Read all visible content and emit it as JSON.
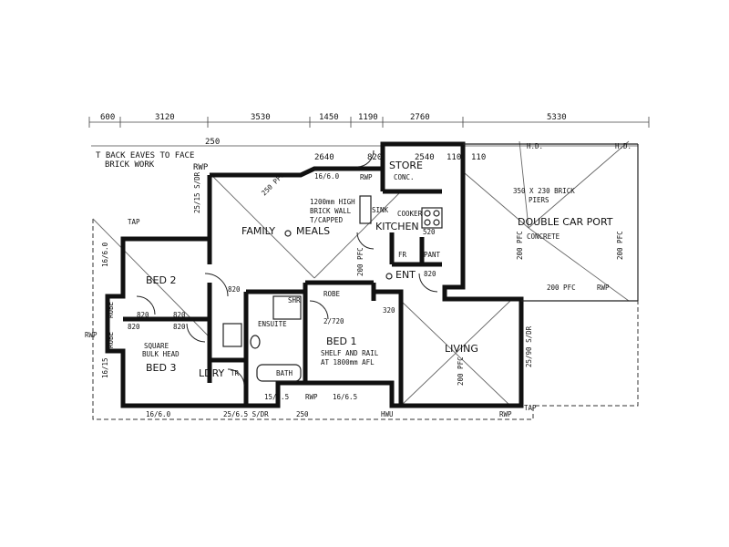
{
  "dimensions_top": {
    "d1": "600",
    "d2": "3120",
    "d3": "3530",
    "d4": "1450",
    "d5": "1190",
    "d6": "2760",
    "d7": "5330",
    "d8": "250",
    "d9": "2640",
    "d10": "820",
    "d11": "2540",
    "d12": "110",
    "d13": "110"
  },
  "notes": {
    "eaves": "T BACK EAVES TO FACE",
    "eaves2": "BRICK WORK",
    "rwp": "RWP",
    "brick_wall_1": "1200mm HIGH",
    "brick_wall_2": "BRICK WALL",
    "brick_wall_3": "T/CAPPED",
    "piers_1": "350 X 230 BRICK",
    "piers_2": "PIERS",
    "bulkhead_1": "SQUARE",
    "bulkhead_2": "BULK HEAD",
    "shelf_1": "SHELF AND RAIL",
    "shelf_2": "AT 1800mm AFL",
    "concrete": "CONCRETE",
    "store_conc": "CONC.",
    "tap": "TAP",
    "hwu": "HWU"
  },
  "rooms": {
    "family": "FAMILY",
    "meals": "MEALS",
    "kitchen": "KITCHEN",
    "store": "STORE",
    "car_port": "DOUBLE CAR PORT",
    "bed1": "BED 1",
    "bed2": "BED 2",
    "bed3": "BED 3",
    "living": "LIVING",
    "ent": "ENT",
    "lory": "LDRY",
    "bath": "BATH",
    "ensuite": "ENSUITE",
    "robe": "ROBE",
    "sink": "SINK",
    "cooker": "COOKER",
    "fr": "FR",
    "pant": "PANT",
    "tr": "TR",
    "shr": "SHR"
  },
  "small_labels": {
    "pfc_200": "200 PFC",
    "pfc_250": "250 PFC",
    "sdr": "25/15 S/DR",
    "sdr2": "25/6.5 S/DR",
    "sdr3": "25/90 S/DR",
    "w160": "16/6.0",
    "w1615": "16/15",
    "w165": "16/6.5",
    "w156": "15/6.5",
    "w2720": "2/720",
    "d820": "820",
    "d320": "320",
    "d520": "520",
    "hd": "H.D."
  }
}
